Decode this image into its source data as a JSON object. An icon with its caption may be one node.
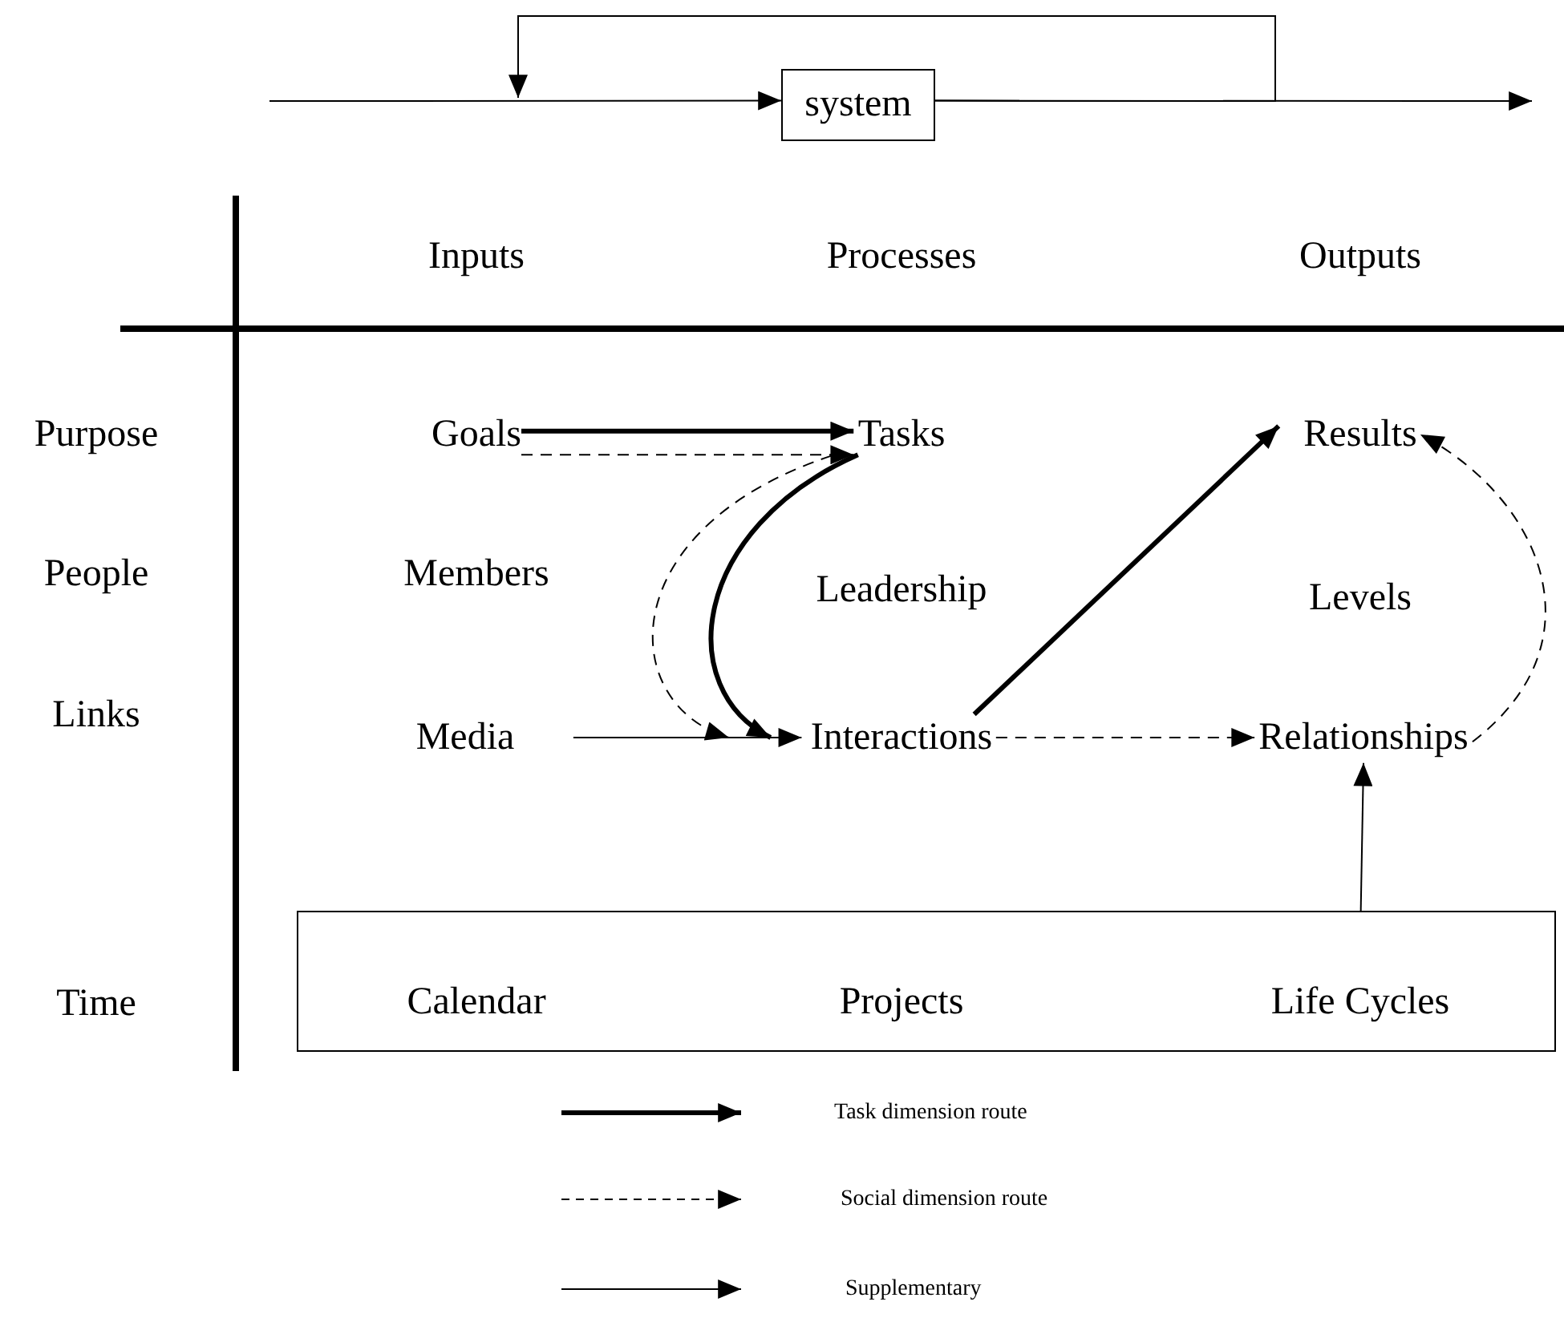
{
  "diagram": {
    "nodes": [
      {
        "text": [
          "system"
        ]
      },
      {
        "text": [
          "Goals"
        ]
      },
      {
        "text": [
          "Tasks"
        ]
      },
      {
        "text": [
          "Results"
        ]
      },
      {
        "text": [
          "Members"
        ]
      },
      {
        "text": [
          "Leadership"
        ]
      },
      {
        "text": [
          "Levels"
        ]
      },
      {
        "text": [
          "Media"
        ]
      },
      {
        "text": [
          "Interactions"
        ]
      },
      {
        "text": [
          "Relationships"
        ]
      },
      {
        "text": [],
        "shape": "box"
      },
      {
        "text": [
          "Calendar"
        ],
        "in": 10
      },
      {
        "text": [
          "Projects"
        ],
        "in": 10
      },
      {
        "text": [
          "Life Cycles"
        ],
        "in": 10
      }
    ],
    "edges": [
      {
        "from": null,
        "to": 0,
        "arrow": "to"
      },
      {
        "from": 0,
        "to": null,
        "arrow": "to"
      },
      {
        "from": 0,
        "to": null,
        "arrow": "to"
      },
      {
        "from": 1,
        "to": 2,
        "arrow": "to",
        "style": "thick"
      },
      {
        "from": 1,
        "to": 2,
        "arrow": "to",
        "style": "dashed"
      },
      {
        "from": 2,
        "to": 8,
        "arrow": "to",
        "style": "thick"
      },
      {
        "from": 2,
        "to": 8,
        "arrow": "to",
        "style": "dashed"
      },
      {
        "from": 8,
        "to": 3,
        "arrow": "to",
        "style": "thick"
      },
      {
        "from": 7,
        "to": 8,
        "arrow": "to"
      },
      {
        "from": 8,
        "to": 9,
        "arrow": "to",
        "style": "dashed"
      },
      {
        "from": 9,
        "to": 3,
        "arrow": "to",
        "style": "dashed"
      },
      {
        "from": 10,
        "to": 9,
        "arrow": "to"
      }
    ],
    "labels": [
      "Inputs",
      "Processes",
      "Outputs",
      "Purpose",
      "People",
      "Links",
      "Time"
    ],
    "legend": [
      {
        "text": "Task dimension route"
      },
      {
        "text": "Social dimension route"
      },
      {
        "text": "Supplementary"
      }
    ]
  }
}
